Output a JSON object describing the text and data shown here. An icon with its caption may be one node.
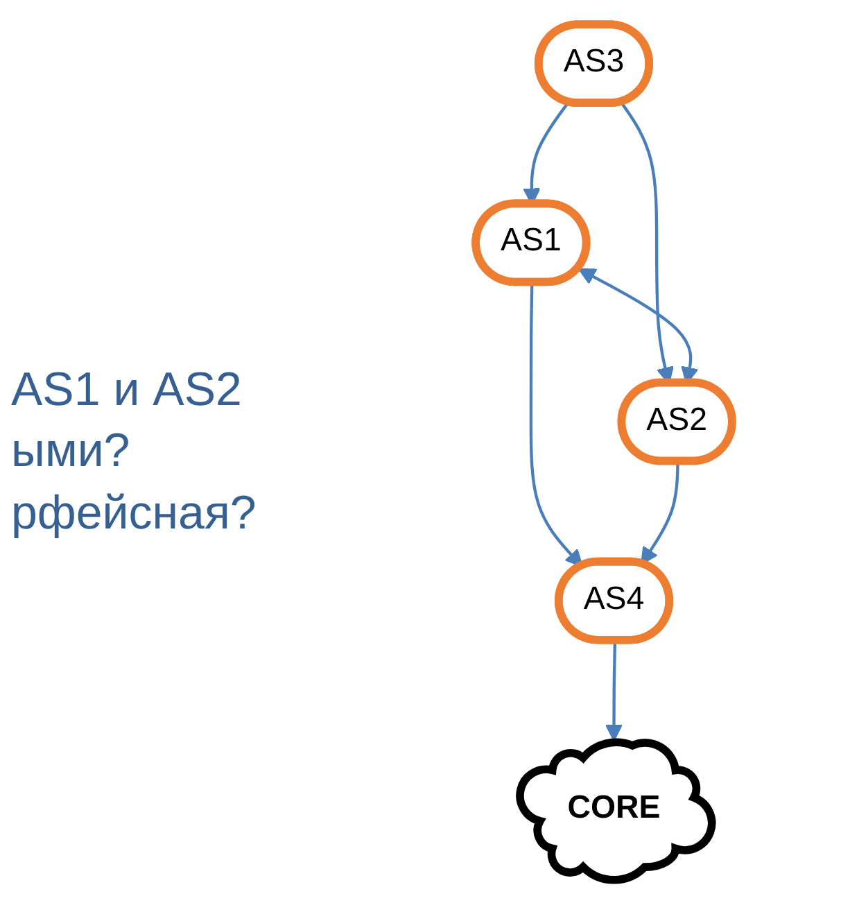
{
  "diagram": {
    "nodes": [
      {
        "text": [
          "AS3"
        ]
      },
      {
        "text": [
          "AS1"
        ]
      },
      {
        "text": [
          "AS2"
        ]
      },
      {
        "text": [
          "AS4"
        ]
      },
      {
        "text": [
          "CORE"
        ]
      }
    ],
    "edges": [
      {
        "from": 0,
        "to": 1,
        "arrow": "to"
      },
      {
        "from": 0,
        "to": 2,
        "arrow": "to"
      },
      {
        "from": 1,
        "to": 2,
        "arrow": "both"
      },
      {
        "from": 1,
        "to": 3,
        "arrow": "to"
      },
      {
        "from": 2,
        "to": 3,
        "arrow": "to"
      },
      {
        "from": 3,
        "to": 4,
        "arrow": "to"
      }
    ],
    "labels": [
      "AS1 и AS2",
      "ыми?",
      "рфейсная?"
    ]
  }
}
